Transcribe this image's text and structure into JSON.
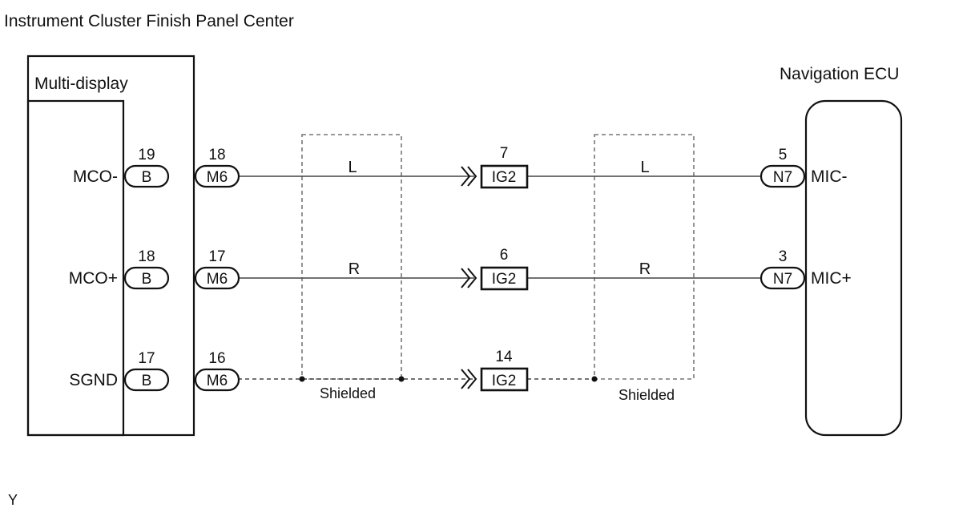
{
  "title": "Instrument Cluster Finish Panel Center",
  "left_component": {
    "outer_label": "Multi-display",
    "connector_inner": "B",
    "connector_outer": "M6"
  },
  "right_component": {
    "label": "Navigation ECU",
    "connector": "N7"
  },
  "junction_connector": "IG2",
  "circuits": [
    {
      "terminal": "MCO-",
      "inner_pin": "19",
      "outer_pin": "18",
      "wire_left": "L",
      "junction_pin": "7",
      "wire_right": "L",
      "ecu_pin": "5",
      "ecu_terminal": "MIC-",
      "style": "solid"
    },
    {
      "terminal": "MCO+",
      "inner_pin": "18",
      "outer_pin": "17",
      "wire_left": "R",
      "junction_pin": "6",
      "wire_right": "R",
      "ecu_pin": "3",
      "ecu_terminal": "MIC+",
      "style": "solid"
    },
    {
      "terminal": "SGND",
      "inner_pin": "17",
      "outer_pin": "16",
      "wire_left": "",
      "junction_pin": "14",
      "wire_right": "",
      "ecu_pin": "",
      "ecu_terminal": "",
      "style": "dashed"
    }
  ],
  "shield_labels": [
    "Shielded",
    "Shielded"
  ],
  "footer_code": "Y"
}
